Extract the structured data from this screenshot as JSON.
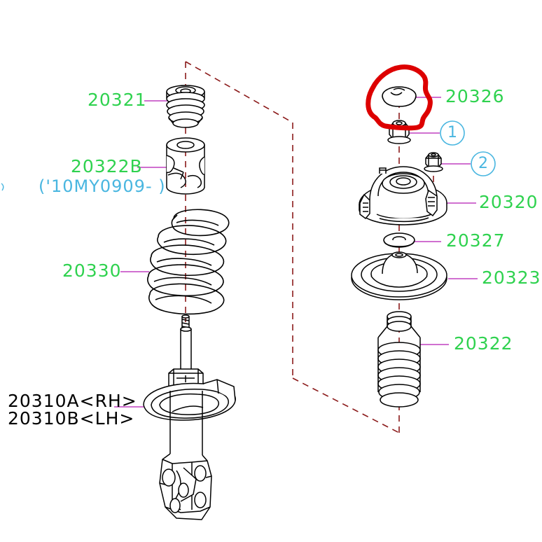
{
  "diagram": {
    "title": "Front Strut Assembly Parts Diagram",
    "background_color": "#ffffff",
    "label_color_part": "#2fd24f",
    "label_color_side": "#49b6e0",
    "leader_color": "#c040c0",
    "centerline_color": "#8b1a1a",
    "annotation_color": "#dd0000",
    "linework_color": "#000000"
  },
  "labels": {
    "bumper": "20321",
    "bushing": "20322B",
    "bushing_note": "('10MY0909- )",
    "spring": "20330",
    "strut_rh_number": "20310A",
    "strut_rh_side": "<RH>",
    "strut_lh_number": "20310B",
    "strut_lh_side": "<LH>",
    "top_cap": "20326",
    "strut_mount": "20320",
    "washer": "20327",
    "spring_seat": "20323",
    "dust_boot": "20322"
  },
  "callouts": {
    "one": "1",
    "two": "2"
  }
}
